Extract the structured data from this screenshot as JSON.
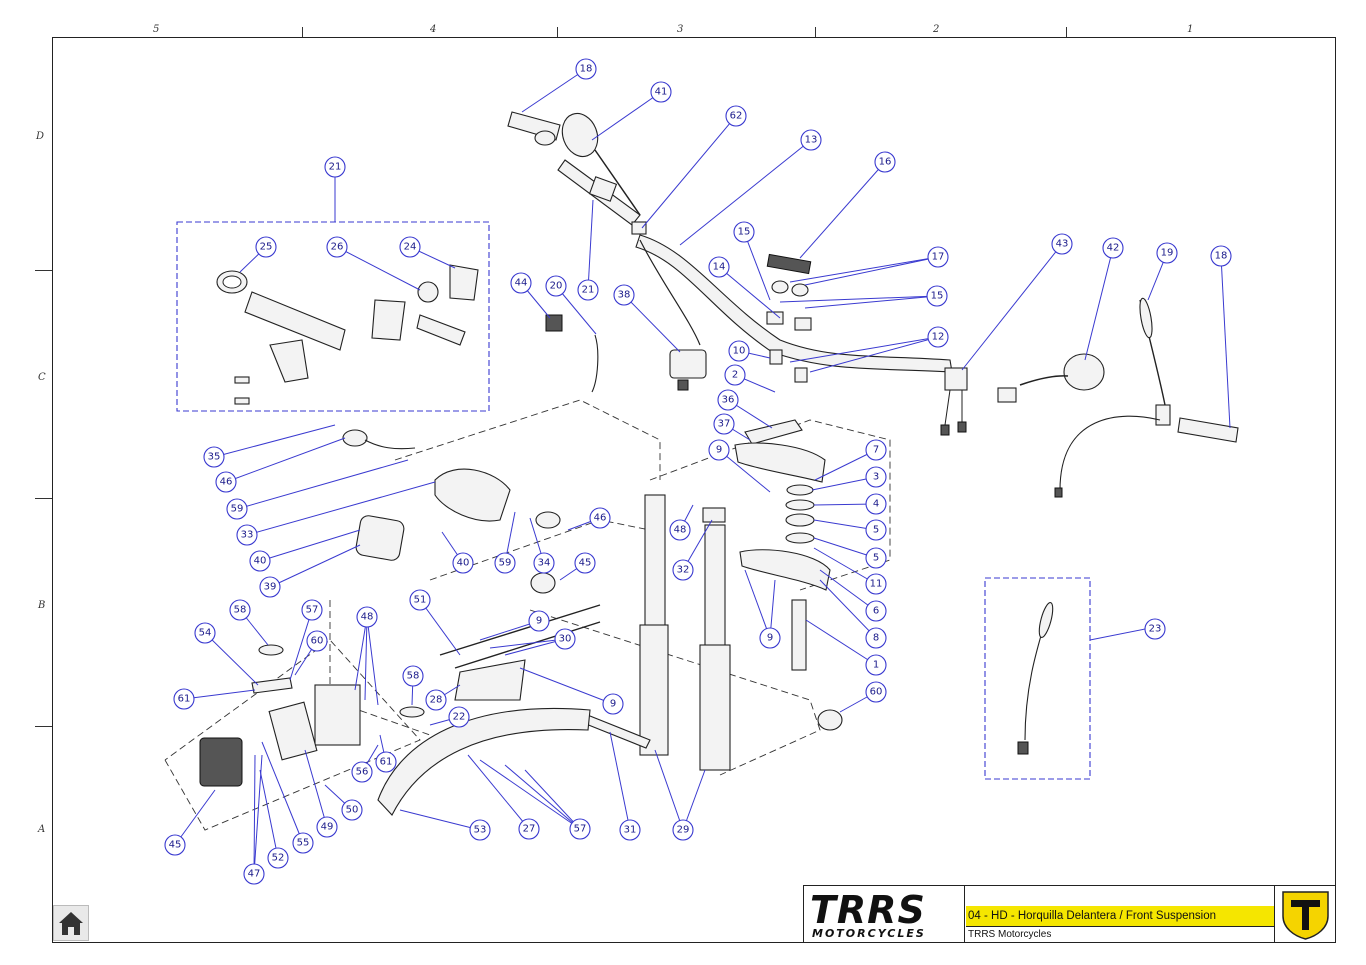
{
  "zones_top": [
    "5",
    "4",
    "3",
    "2",
    "1"
  ],
  "zones_left": [
    "D",
    "C",
    "B",
    "A"
  ],
  "title_block": {
    "logo_main": "TRRS",
    "logo_sub": "MOTORCYCLES",
    "title": "04 - HD - Horquilla Delantera / Front Suspension",
    "company": "TRRS Motorcycles"
  },
  "balloons": [
    "18",
    "41",
    "62",
    "13",
    "16",
    "21",
    "25",
    "26",
    "24",
    "15",
    "17",
    "14",
    "15",
    "43",
    "42",
    "19",
    "18",
    "44",
    "20",
    "21",
    "38",
    "12",
    "10",
    "2",
    "36",
    "37",
    "9",
    "7",
    "3",
    "4",
    "5",
    "5",
    "11",
    "6",
    "8",
    "1",
    "9",
    "46",
    "35",
    "59",
    "33",
    "40",
    "39",
    "40",
    "59",
    "34",
    "46",
    "45",
    "48",
    "32",
    "23",
    "58",
    "57",
    "54",
    "60",
    "61",
    "48",
    "51",
    "9",
    "30",
    "9",
    "58",
    "28",
    "60",
    "45",
    "47",
    "52",
    "55",
    "49",
    "50",
    "56",
    "61",
    "53",
    "27",
    "57",
    "31",
    "29",
    "22"
  ],
  "icons": {
    "home": "home-icon",
    "badge": "trrs-shield-icon"
  },
  "colors": {
    "balloon": "#3a3ad0",
    "title_highlight": "#f5e600",
    "badge_yellow": "#f5d400"
  }
}
